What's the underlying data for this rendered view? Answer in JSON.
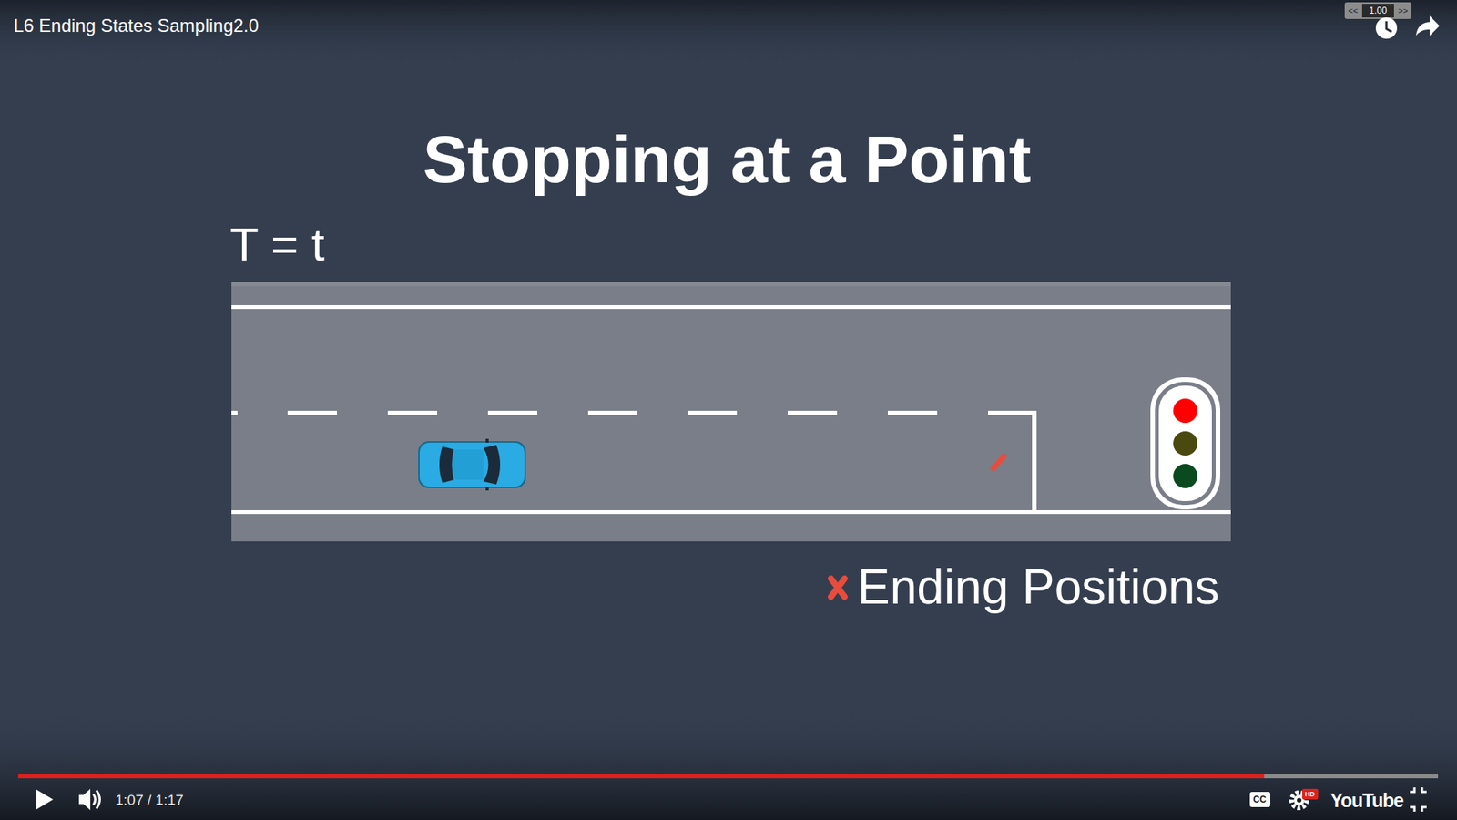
{
  "diagram": {
    "title": "Stopping at a Point",
    "labels": [
      "L6 Ending States Sampling2.0",
      "T = t",
      "<<",
      "1.00",
      ">>",
      "1:07 / 1:17",
      "CC",
      "HD",
      "YouTube"
    ],
    "legend": [
      {
        "text": "Ending Positions"
      }
    ]
  }
}
